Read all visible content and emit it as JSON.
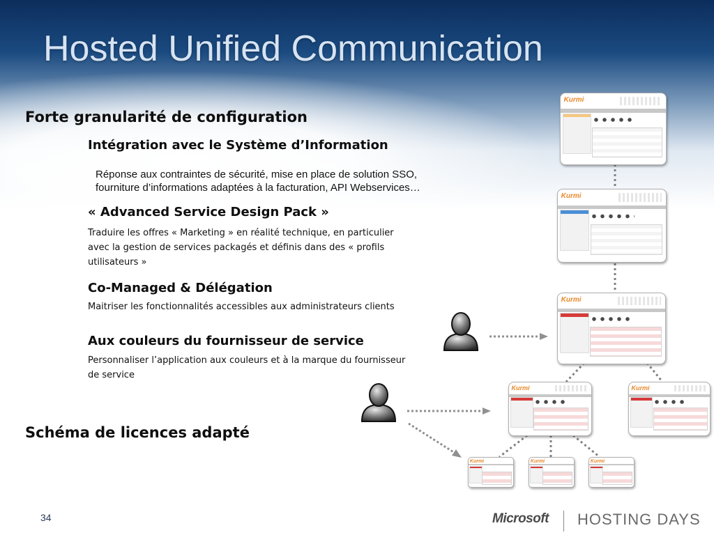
{
  "slide": {
    "title": "Hosted Unified Communication",
    "page_number": "34"
  },
  "sections": {
    "granularity": "Forte granularité de configuration",
    "integration": {
      "heading": "Intégration avec le Système d’Information",
      "text_line1": "Réponse aux contraintes de sécurité, mise en place de solution SSO,",
      "text_line2": "fourniture d’informations adaptées à la facturation, API Webservices…"
    },
    "design_pack": {
      "heading": "« Advanced Service Design Pack »",
      "text_line1": "Traduire les offres « Marketing » en réalité technique, en particulier",
      "text_line2": "avec la gestion de services packagés et définis dans des « profils",
      "text_line3": "utilisateurs »"
    },
    "comanaged": {
      "heading": "Co-Managed & Délégation",
      "text": "Maitriser les fonctionnalités accessibles aux administrateurs clients"
    },
    "branding": {
      "heading": "Aux couleurs du fournisseur de service",
      "text_line1": "Personnaliser l’application aux couleurs et à la marque du fournisseur",
      "text_line2": "de service"
    },
    "licensing": "Schéma de licences adapté"
  },
  "diagram": {
    "app_logo": "Kurmi"
  },
  "footer": {
    "microsoft_logo": "Microsoft",
    "event_name": "HOSTING DAYS"
  },
  "colors": {
    "title": "#d6e3f2",
    "header_dark": "#0c2d5c",
    "accent_orange": "#e8892a",
    "accent_red": "#d63a3a",
    "connector": "#808080"
  }
}
